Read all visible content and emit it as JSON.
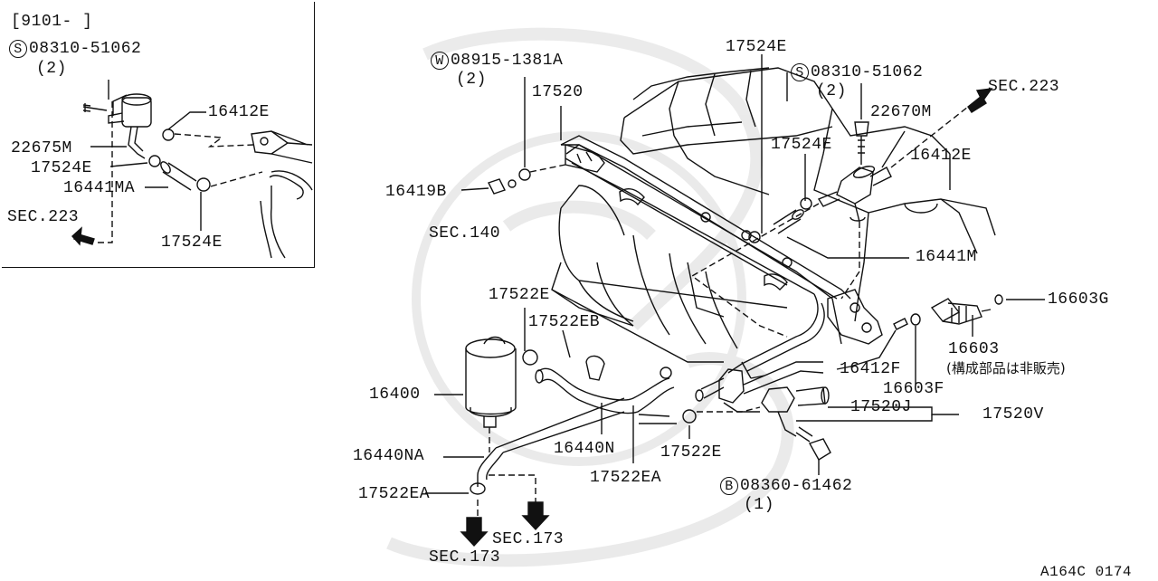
{
  "inset": {
    "date_range": "[9101-   ]",
    "bolt_symbol": "S",
    "bolt_part": "08310-51062",
    "bolt_qty": "(2)",
    "labels": [
      "16412E",
      "22675M",
      "17524E",
      "16441MA",
      "17524E",
      "SEC.223"
    ]
  },
  "main": {
    "washer_symbol": "W",
    "washer_part": "08915-1381A",
    "washer_qty": "(2)",
    "bolt_symbol": "S",
    "bolt_part": "08310-51062",
    "bolt_qty": "(2)",
    "bottom_bolt_symbol": "B",
    "bottom_bolt_part": "08360-61462",
    "bottom_bolt_qty": "(1)",
    "labels": {
      "p17524E_top": "17524E",
      "p17520": "17520",
      "sec223": "SEC.223",
      "p22670M": "22670M",
      "p17524E_mid": "17524E",
      "p16412E": "16412E",
      "p16419B": "16419B",
      "sec140": "SEC.140",
      "p16441M": "16441M",
      "p17522E_top": "17522E",
      "p17522EB": "17522EB",
      "p16603G": "16603G",
      "p16603": "16603",
      "p16603_note": "(構成部品は非販売)",
      "p16412F": "16412F",
      "p16603F": "16603F",
      "p16400": "16400",
      "p17520J": "17520J",
      "p17520V": "17520V",
      "p16440N": "16440N",
      "p17522E_bot": "17522E",
      "p16440NA": "16440NA",
      "p17522EA_mid": "17522EA",
      "p17522EA_left": "17522EA",
      "sec173_right": "SEC.173",
      "sec173_left": "SEC.173"
    }
  },
  "footer": {
    "diagram_code": "A164C 0174"
  }
}
